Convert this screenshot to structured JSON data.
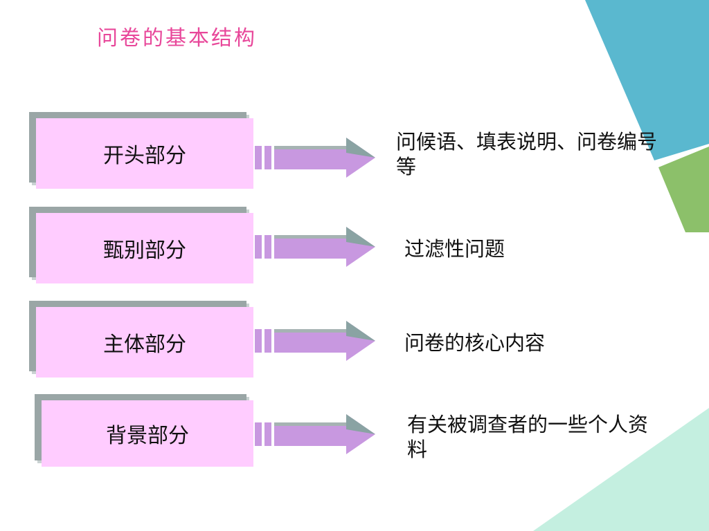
{
  "title": "问卷的基本结构",
  "sections": [
    {
      "label": "开头部分",
      "description": "问候语、填表说明、问卷编号等"
    },
    {
      "label": "甄别部分",
      "description": "过滤性问题"
    },
    {
      "label": "主体部分",
      "description": "问卷的核心内容"
    },
    {
      "label": "背景部分",
      "description": "有关被调查者的一些个人资料"
    }
  ],
  "colors": {
    "title": "#e8479a",
    "box_fill": "#ffccff",
    "box_shadow": "#9aa6a6",
    "arrow_fill": "#c898e0",
    "arrow_head": "#8aa3a3",
    "deco_blue": "#5ab8cf",
    "deco_green": "#8cc06a",
    "deco_mint": "#c4efe0"
  }
}
